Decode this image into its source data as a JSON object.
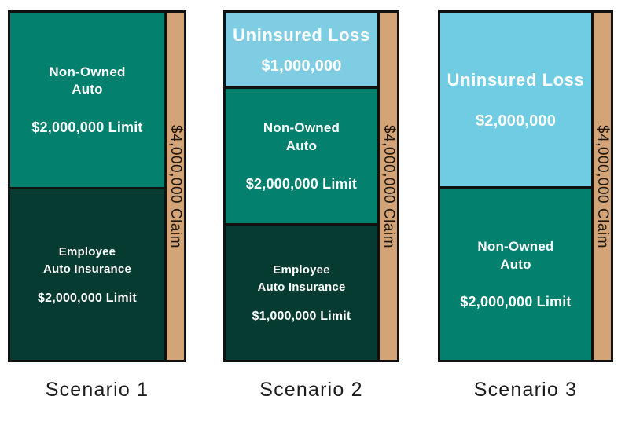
{
  "chart_data": {
    "type": "bar",
    "subtype": "stacked-insurance-coverage-diagram",
    "title": "",
    "legend_position": "none",
    "axes": "none",
    "claim": {
      "label": "$4,000,000 Claim",
      "value": 4000000
    },
    "colors": {
      "non_owned_auto": "#04806F",
      "employee_auto_insurance": "#053B30",
      "uninsured_loss_s2": "#7ECDE3",
      "uninsured_loss_s3": "#6FCCE2",
      "claim_bar": "#D2A478",
      "border": "#111111",
      "segment_text": "#FFFFFF",
      "caption_text": "#1C1C1C"
    },
    "scenarios": [
      {
        "label": "Scenario 1",
        "segments": [
          {
            "title_line1": "Non-Owned",
            "title_line2": "Auto",
            "amount": "$2,000,000 Limit",
            "value": 2000000,
            "color": "#04806F",
            "height_pct": 50.2
          },
          {
            "title_line1": "Employee",
            "title_line2": "Auto Insurance",
            "amount": "$2,000,000 Limit",
            "value": 2000000,
            "color": "#053B30",
            "height_pct": 49.8
          }
        ]
      },
      {
        "label": "Scenario 2",
        "segments": [
          {
            "title_line1": "Uninsured Loss",
            "amount": "$1,000,000",
            "value": 1000000,
            "color": "#7ECDE3",
            "height_pct": 21.2
          },
          {
            "title_line1": "Non-Owned",
            "title_line2": "Auto",
            "amount": "$2,000,000 Limit",
            "value": 2000000,
            "color": "#04806F",
            "height_pct": 39.4
          },
          {
            "title_line1": "Employee",
            "title_line2": "Auto Insurance",
            "amount": "$1,000,000 Limit",
            "value": 1000000,
            "color": "#053B30",
            "height_pct": 39.4
          }
        ]
      },
      {
        "label": "Scenario 3",
        "segments": [
          {
            "title_line1": "Uninsured Loss",
            "amount": "$2,000,000",
            "value": 2000000,
            "color": "#6FCCE2",
            "height_pct": 50
          },
          {
            "title_line1": "Non-Owned",
            "title_line2": "Auto",
            "amount": "$2,000,000 Limit",
            "value": 2000000,
            "color": "#04806F",
            "height_pct": 50
          }
        ]
      }
    ]
  }
}
